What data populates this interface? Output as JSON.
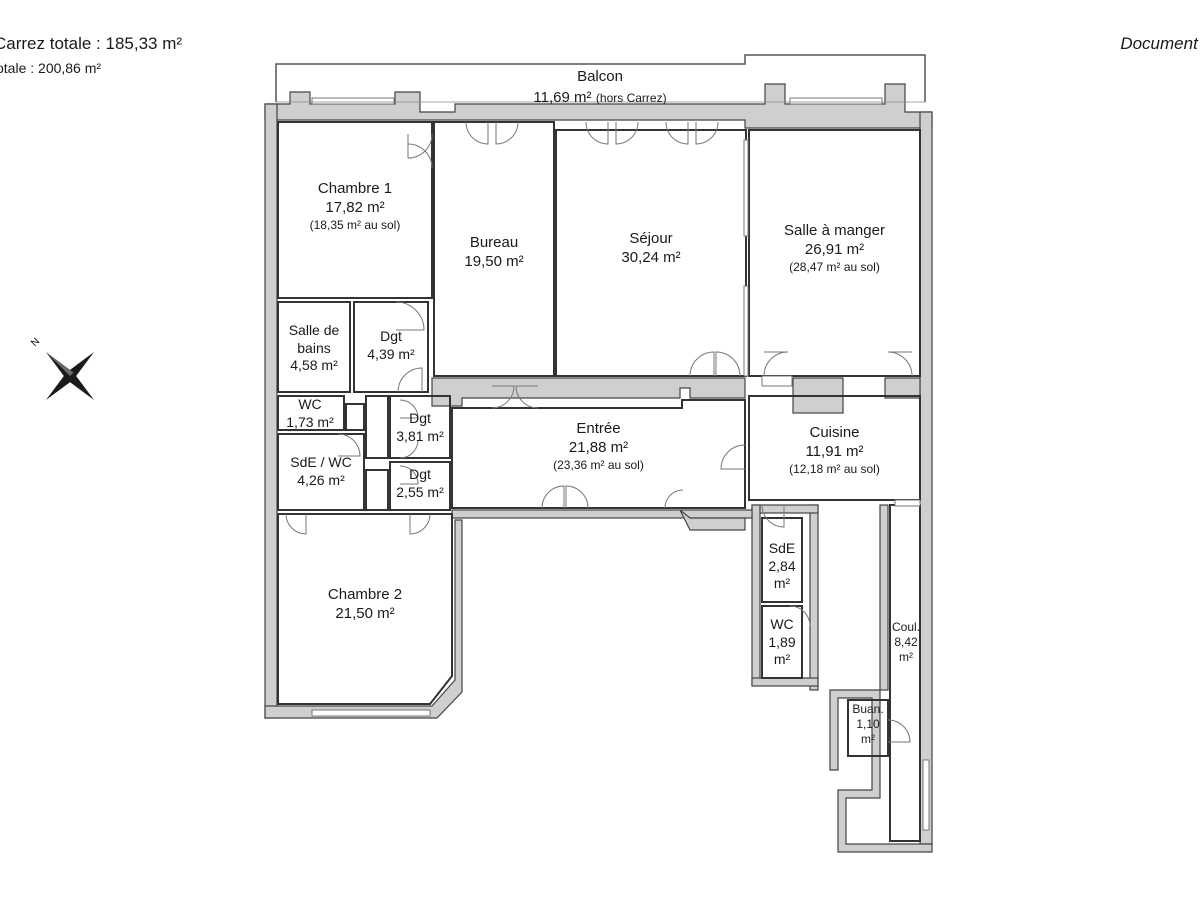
{
  "header": {
    "carrez_total": "Carrez totale :  185,33 m²",
    "surface_totale": "otale :  200,86 m²",
    "document_label": "Document n"
  },
  "compass": {
    "north_label": "N"
  },
  "rooms": {
    "balcon": {
      "name": "Balcon",
      "area": "11,69 m²",
      "note": "(hors Carrez)"
    },
    "chambre1": {
      "name": "Chambre 1",
      "area": "17,82 m²",
      "sub": "(18,35 m² au sol)"
    },
    "bureau": {
      "name": "Bureau",
      "area": "19,50 m²"
    },
    "sejour": {
      "name": "Séjour",
      "area": "30,24 m²"
    },
    "salle_manger": {
      "name": "Salle à manger",
      "area": "26,91 m²",
      "sub": "(28,47 m² au sol)"
    },
    "salle_bains": {
      "name1": "Salle de",
      "name2": "bains",
      "area": "4,58 m²"
    },
    "dgt1": {
      "name": "Dgt",
      "area": "4,39 m²"
    },
    "wc1": {
      "name": "WC",
      "area": "1,73 m²"
    },
    "dgt2": {
      "name": "Dgt",
      "area": "3,81 m²"
    },
    "entree": {
      "name": "Entrée",
      "area": "21,88 m²",
      "sub": "(23,36 m² au sol)"
    },
    "cuisine": {
      "name": "Cuisine",
      "area": "11,91 m²",
      "sub": "(12,18 m² au sol)"
    },
    "sde_wc": {
      "name": "SdE / WC",
      "area": "4,26 m²"
    },
    "dgt3": {
      "name": "Dgt",
      "area": "2,55 m²"
    },
    "chambre2": {
      "name": "Chambre 2",
      "area": "21,50 m²"
    },
    "sde": {
      "name": "SdE",
      "area1": "2,84",
      "area2": "m²"
    },
    "wc2": {
      "name": "WC",
      "area1": "1,89",
      "area2": "m²"
    },
    "couloir": {
      "name": "Coul.",
      "area1": "8,42",
      "area2": "m²"
    },
    "buanderie": {
      "name": "Buan.",
      "area1": "1,10",
      "area2": "m²"
    }
  }
}
